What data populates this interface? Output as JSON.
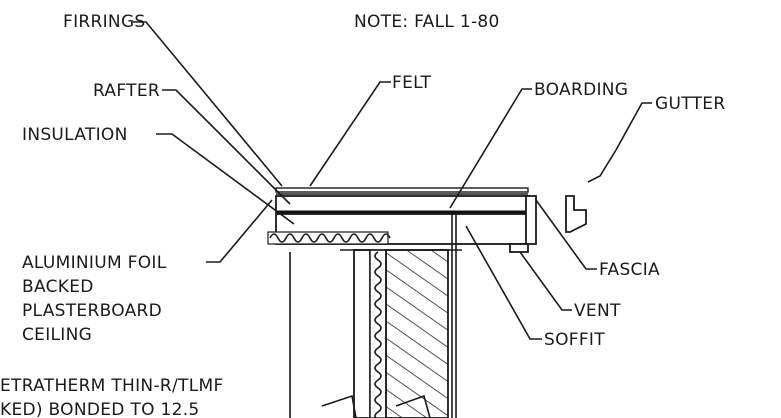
{
  "diagram": {
    "note": "NOTE: FALL 1-80",
    "labels": {
      "firrings": "FIRRINGS",
      "rafter": "RAFTER",
      "insulation": "INSULATION",
      "felt": "FELT",
      "boarding": "BOARDING",
      "gutter": "GUTTER",
      "fascia": "FASCIA",
      "vent": "VENT",
      "soffit": "SOFFIT",
      "ceiling_1": "ALUMINIUM FOIL",
      "ceiling_2": "BACKED",
      "ceiling_3": "PLASTERBOARD",
      "ceiling_4": "CEILING",
      "wall_1": "ETRATHERM THIN-R/TLMF",
      "wall_2": "KED) BONDED TO 12.5"
    }
  }
}
